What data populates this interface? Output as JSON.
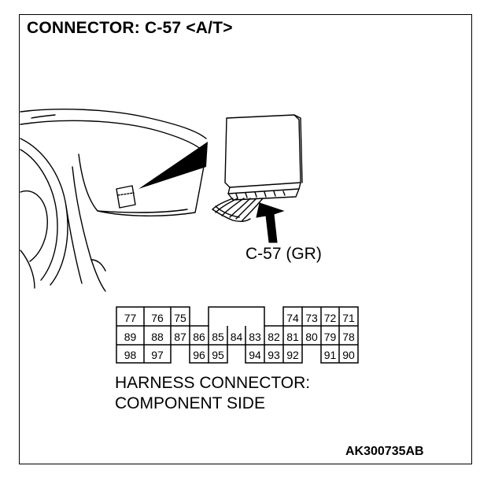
{
  "title": "CONNECTOR: C-57 <A/T>",
  "callout": "C-57 (GR)",
  "harness": {
    "line1": "HARNESS CONNECTOR:",
    "line2": "COMPONENT SIDE"
  },
  "figure_code": "AK300735AB",
  "connector": {
    "row1_left": [
      "77",
      "76",
      "75"
    ],
    "row1_right": [
      "74",
      "73",
      "72",
      "71"
    ],
    "row2": [
      "89",
      "88",
      "87",
      "86",
      "85",
      "84",
      "83",
      "82",
      "81",
      "80",
      "79",
      "78"
    ],
    "row3_left": [
      "98",
      "97"
    ],
    "row3_mid_a": [
      "96",
      "95"
    ],
    "row3_mid_b": [
      "94",
      "93",
      "92"
    ],
    "row3_right": [
      "91",
      "90"
    ]
  }
}
